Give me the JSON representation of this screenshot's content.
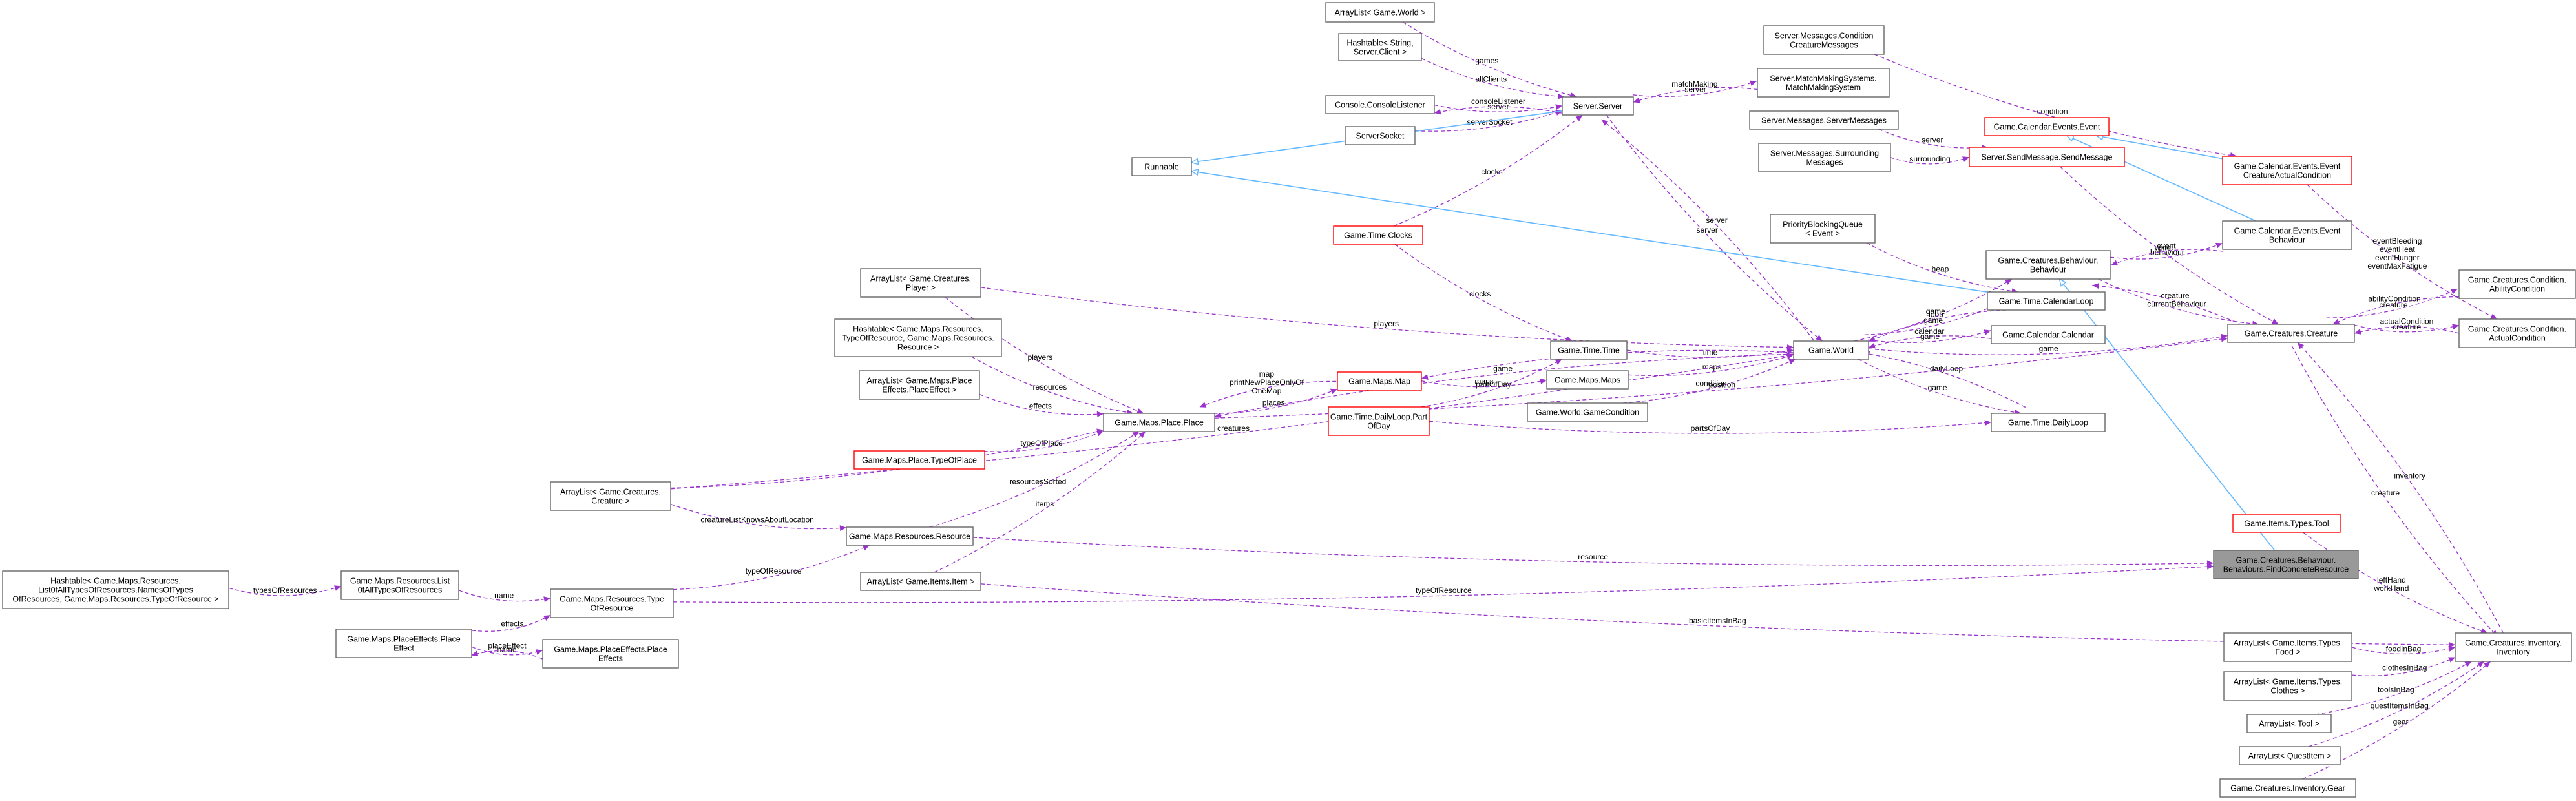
{
  "nodes": {
    "arraylist_world": {
      "label": [
        "ArrayList< Game.World >"
      ]
    },
    "hashtable_clients": {
      "label": [
        "Hashtable< String,",
        "Server.Client >"
      ]
    },
    "console_listener": {
      "label": [
        "Console.ConsoleListener"
      ]
    },
    "server_socket": {
      "label": [
        "ServerSocket"
      ]
    },
    "runnable": {
      "label": [
        "Runnable"
      ]
    },
    "server": {
      "label": [
        "Server.Server"
      ]
    },
    "msg_condition": {
      "label": [
        "Server.Messages.Condition",
        "CreatureMessages"
      ]
    },
    "matchmaking": {
      "label": [
        "Server.MatchMakingSystems.",
        "MatchMakingSystem"
      ]
    },
    "server_messages": {
      "label": [
        "Server.Messages.ServerMessages"
      ]
    },
    "surrounding_messages": {
      "label": [
        "Server.Messages.Surrounding",
        "Messages"
      ]
    },
    "send_message": {
      "label": [
        "Server.SendMessage.SendMessage"
      ]
    },
    "event": {
      "label": [
        "Game.Calendar.Events.Event"
      ]
    },
    "creature_actual_condition": {
      "label": [
        "Game.Calendar.Events.Event",
        "CreatureActualCondition"
      ]
    },
    "event_behaviour": {
      "label": [
        "Game.Calendar.Events.Event",
        "Behaviour"
      ]
    },
    "clocks": {
      "label": [
        "Game.Time.Clocks"
      ]
    },
    "priority_queue": {
      "label": [
        "PriorityBlockingQueue",
        "< Event >"
      ]
    },
    "behaviour": {
      "label": [
        "Game.Creatures.Behaviour.",
        "Behaviour"
      ]
    },
    "calendar_loop": {
      "label": [
        "Game.Time.CalendarLoop"
      ]
    },
    "calendar": {
      "label": [
        "Game.Calendar.Calendar"
      ]
    },
    "world": {
      "label": [
        "Game.World"
      ]
    },
    "time": {
      "label": [
        "Game.Time.Time"
      ]
    },
    "maps": {
      "label": [
        "Game.Maps.Maps"
      ]
    },
    "world_condition": {
      "label": [
        "Game.World.GameCondition"
      ]
    },
    "daily_loop": {
      "label": [
        "Game.Time.DailyLoop"
      ]
    },
    "part_of_day": {
      "label": [
        "Game.Time.DailyLoop.Part",
        "OfDay"
      ]
    },
    "map": {
      "label": [
        "Game.Maps.Map"
      ]
    },
    "arraylist_player": {
      "label": [
        "ArrayList< Game.Creatures.",
        "Player >"
      ]
    },
    "hashtable_resources": {
      "label": [
        "Hashtable< Game.Maps.Resources.",
        "TypeOfResource, Game.Maps.Resources.",
        "Resource >"
      ]
    },
    "arraylist_placeeffect": {
      "label": [
        "ArrayList< Game.Maps.Place",
        "Effects.PlaceEffect >"
      ]
    },
    "place": {
      "label": [
        "Game.Maps.Place.Place"
      ]
    },
    "type_of_place": {
      "label": [
        "Game.Maps.Place.TypeOfPlace"
      ]
    },
    "arraylist_creature": {
      "label": [
        "ArrayList< Game.Creatures.",
        "Creature >"
      ]
    },
    "resource": {
      "label": [
        "Game.Maps.Resources.Resource"
      ]
    },
    "arraylist_item": {
      "label": [
        "ArrayList< Game.Items.Item >"
      ]
    },
    "hashtable_types": {
      "label": [
        "Hashtable< Game.Maps.Resources.",
        "List0fAllTypesOfResources.NamesOfTypes",
        "OfResources, Game.Maps.Resources.TypeOfResource >"
      ]
    },
    "resources_list": {
      "label": [
        "Game.Maps.Resources.List",
        "0fAllTypesOfResources"
      ]
    },
    "type_of_resource": {
      "label": [
        "Game.Maps.Resources.Type",
        "OfResource"
      ]
    },
    "place_effect": {
      "label": [
        "Game.Maps.PlaceEffects.Place",
        "Effect"
      ]
    },
    "place_effects": {
      "label": [
        "Game.Maps.PlaceEffects.Place",
        "Effects"
      ]
    },
    "ability_condition": {
      "label": [
        "Game.Creatures.Condition.",
        "AbilityCondition"
      ]
    },
    "creature": {
      "label": [
        "Game.Creatures.Creature"
      ]
    },
    "actual_condition": {
      "label": [
        "Game.Creatures.Condition.",
        "ActualCondition"
      ]
    },
    "tool": {
      "label": [
        "Game.Items.Types.Tool"
      ]
    },
    "find_concrete_resource": {
      "label": [
        "Game.Creatures.Behaviour.",
        "Behaviours.FindConcreteResource"
      ]
    },
    "inventory": {
      "label": [
        "Game.Creatures.Inventory.",
        "Inventory"
      ]
    },
    "arraylist_food": {
      "label": [
        "ArrayList< Game.Items.Types.",
        "Food >"
      ]
    },
    "arraylist_clothes": {
      "label": [
        "ArrayList< Game.Items.Types.",
        "Clothes >"
      ]
    },
    "arraylist_tool": {
      "label": [
        "ArrayList< Tool >"
      ]
    },
    "arraylist_questitem": {
      "label": [
        "ArrayList< QuestItem >"
      ]
    },
    "gear": {
      "label": [
        "Game.Creatures.Inventory.Gear"
      ]
    }
  },
  "edges": [
    {
      "from": "arraylist_world",
      "to": "server",
      "label": [
        "games"
      ]
    },
    {
      "from": "hashtable_clients",
      "to": "server",
      "label": [
        "allClients"
      ]
    },
    {
      "from": "console_listener",
      "to": "server",
      "label": [
        "server"
      ]
    },
    {
      "from": "server",
      "to": "console_listener",
      "label": [
        "consoleListener"
      ]
    },
    {
      "from": "server_socket",
      "to": "server",
      "label": [
        "serverSocket"
      ]
    },
    {
      "from": "matchmaking",
      "to": "server",
      "label": [
        "matchMaking"
      ]
    },
    {
      "from": "server",
      "to": "matchmaking",
      "label": [
        "server"
      ]
    },
    {
      "from": "msg_condition",
      "to": "creature_actual_condition",
      "label": [
        "condition"
      ]
    },
    {
      "from": "server_messages",
      "to": "send_message",
      "label": [
        "server"
      ]
    },
    {
      "from": "surrounding_messages",
      "to": "send_message",
      "label": [
        "surrounding"
      ]
    },
    {
      "from": "send_message",
      "to": "creature",
      "label": [
        "writer"
      ]
    },
    {
      "from": "clocks",
      "to": "server",
      "label": [
        "clocks"
      ]
    },
    {
      "from": "server",
      "to": "world",
      "label": [
        "server"
      ]
    },
    {
      "from": "clocks",
      "to": "time",
      "label": [
        "clocks"
      ]
    },
    {
      "from": "priority_queue",
      "to": "calendar_loop",
      "label": [
        "heap"
      ]
    },
    {
      "from": "behaviour",
      "to": "event_behaviour",
      "label": [
        "behaviour"
      ]
    },
    {
      "from": "event_behaviour",
      "to": "behaviour",
      "label": [
        "event"
      ]
    },
    {
      "from": "behaviour",
      "to": "creature",
      "label": [
        "currentBehaviour"
      ]
    },
    {
      "from": "creature",
      "to": "behaviour",
      "label": [
        "creature"
      ]
    },
    {
      "from": "world",
      "to": "behaviour",
      "label": [
        "game"
      ]
    },
    {
      "from": "calendar_loop",
      "to": "world",
      "label": [
        "loop"
      ]
    },
    {
      "from": "world",
      "to": "calendar_loop",
      "label": [
        "game"
      ]
    },
    {
      "from": "calendar",
      "to": "world",
      "label": [
        "calendar"
      ]
    },
    {
      "from": "world",
      "to": "calendar",
      "label": [
        "game"
      ]
    },
    {
      "from": "world",
      "to": "daily_loop",
      "label": [
        "game"
      ]
    },
    {
      "from": "daily_loop",
      "to": "world",
      "label": [
        "dailyLoop"
      ]
    },
    {
      "from": "time",
      "to": "world",
      "label": [
        "time"
      ]
    },
    {
      "from": "maps",
      "to": "world",
      "label": [
        "maps"
      ]
    },
    {
      "from": "world_condition",
      "to": "world",
      "label": [
        "condition"
      ]
    },
    {
      "from": "part_of_day",
      "to": "daily_loop",
      "label": [
        "partsOfDay"
      ]
    },
    {
      "from": "part_of_day",
      "to": "time",
      "label": [
        "partOfDay"
      ]
    },
    {
      "from": "map",
      "to": "maps",
      "label": [
        "maps"
      ]
    },
    {
      "from": "world",
      "to": "map",
      "label": [
        "game"
      ]
    },
    {
      "from": "arraylist_player",
      "to": "world",
      "label": [
        "players"
      ]
    },
    {
      "from": "arraylist_player",
      "to": "place",
      "label": [
        "players"
      ]
    },
    {
      "from": "hashtable_resources",
      "to": "place",
      "label": [
        "resources"
      ]
    },
    {
      "from": "arraylist_placeeffect",
      "to": "place",
      "label": [
        "effects"
      ]
    },
    {
      "from": "place",
      "to": "map",
      "label": [
        "places"
      ]
    },
    {
      "from": "map",
      "to": "place",
      "label": [
        "map",
        "printNewPlaceOnlyOf",
        "OneMap"
      ]
    },
    {
      "from": "type_of_place",
      "to": "place",
      "label": [
        "typeOfPlace"
      ]
    },
    {
      "from": "arraylist_creature",
      "to": "place",
      "label": [
        "creatures"
      ]
    },
    {
      "from": "resource",
      "to": "place",
      "label": [
        "resourcesSorted"
      ]
    },
    {
      "from": "arraylist_item",
      "to": "place",
      "label": [
        "items"
      ]
    },
    {
      "from": "place",
      "to": "creature",
      "label": [
        "position"
      ]
    },
    {
      "from": "world",
      "to": "place",
      "label": [
        "game"
      ]
    },
    {
      "from": "arraylist_creature",
      "to": "resource",
      "label": [
        "creatureListKnowsAboutLocation"
      ]
    },
    {
      "from": "arraylist_creature",
      "to": "world",
      "label": [
        "creatures"
      ]
    },
    {
      "from": "type_of_resource",
      "to": "resource",
      "label": [
        "typeOfResource"
      ]
    },
    {
      "from": "resource",
      "to": "find_concrete_resource",
      "label": [
        "resource"
      ]
    },
    {
      "from": "hashtable_types",
      "to": "resources_list",
      "label": [
        "typesOfResources"
      ]
    },
    {
      "from": "resources_list",
      "to": "type_of_resource",
      "label": [
        "name"
      ]
    },
    {
      "from": "place_effect",
      "to": "type_of_resource",
      "label": [
        "effects"
      ]
    },
    {
      "from": "place_effect",
      "to": "place_effects",
      "label": [
        "name"
      ]
    },
    {
      "from": "place_effects",
      "to": "place_effect",
      "label": [
        "placeEffect"
      ]
    },
    {
      "from": "type_of_resource",
      "to": "find_concrete_resource",
      "label": [
        "typeOfResource"
      ]
    },
    {
      "from": "arraylist_item",
      "to": "inventory",
      "label": [
        "basicItemsInBag"
      ]
    },
    {
      "from": "ability_condition",
      "to": "creature",
      "label": [
        "abilityCondition"
      ]
    },
    {
      "from": "creature",
      "to": "ability_condition",
      "label": [
        "creature"
      ]
    },
    {
      "from": "actual_condition",
      "to": "creature",
      "label": [
        "actualCondition"
      ]
    },
    {
      "from": "creature",
      "to": "actual_condition",
      "label": [
        "creature"
      ]
    },
    {
      "from": "creature_actual_condition",
      "to": "actual_condition",
      "label": [
        "eventBleeding",
        "eventHeat",
        "eventHunger",
        "eventMaxFatigue"
      ]
    },
    {
      "from": "inventory",
      "to": "creature",
      "label": [
        "inventory"
      ]
    },
    {
      "from": "creature",
      "to": "inventory",
      "label": [
        "creature"
      ]
    },
    {
      "from": "tool",
      "to": "inventory",
      "label": [
        "leftHand",
        "workHand"
      ]
    },
    {
      "from": "arraylist_food",
      "to": "inventory",
      "label": [
        "foodInBag"
      ]
    },
    {
      "from": "arraylist_clothes",
      "to": "inventory",
      "label": [
        "clothesInBag"
      ]
    },
    {
      "from": "arraylist_tool",
      "to": "inventory",
      "label": [
        "toolsInBag"
      ]
    },
    {
      "from": "arraylist_questitem",
      "to": "inventory",
      "label": [
        "questItemsInBag"
      ]
    },
    {
      "from": "gear",
      "to": "inventory",
      "label": [
        "gear"
      ]
    },
    {
      "from": "world",
      "to": "creature",
      "label": [
        "game"
      ]
    },
    {
      "from": "world",
      "to": "server",
      "label": [
        "server"
      ]
    },
    {
      "from": "server",
      "to": "runnable",
      "label": [],
      "kind": "inherit"
    },
    {
      "from": "calendar_loop",
      "to": "runnable",
      "label": [],
      "kind": "inherit"
    },
    {
      "from": "event_behaviour",
      "to": "event",
      "label": [],
      "kind": "inherit"
    },
    {
      "from": "creature_actual_condition",
      "to": "event",
      "label": [],
      "kind": "inherit"
    },
    {
      "from": "find_concrete_resource",
      "to": "behaviour",
      "label": [],
      "kind": "inherit"
    }
  ]
}
